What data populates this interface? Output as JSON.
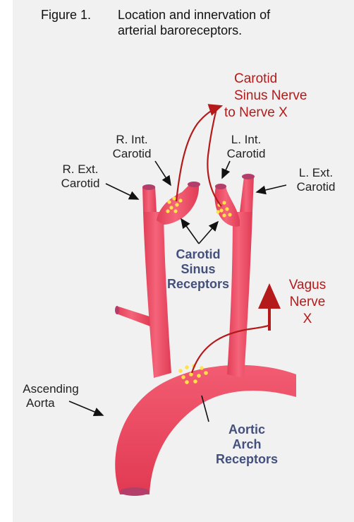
{
  "figure": {
    "number": "Figure 1.",
    "title_line1": "Location and innervation of",
    "title_line2": "arterial baroreceptors."
  },
  "labels": {
    "carotid_sinus_nerve": [
      "Carotid",
      "Sinus Nerve",
      "to Nerve X"
    ],
    "r_int_carotid": [
      "R. Int.",
      "Carotid"
    ],
    "l_int_carotid": [
      "L. Int.",
      "Carotid"
    ],
    "r_ext_carotid": [
      "R. Ext.",
      "Carotid"
    ],
    "l_ext_carotid": [
      "L. Ext.",
      "Carotid"
    ],
    "carotid_sinus_receptors": [
      "Carotid",
      "Sinus",
      "Receptors"
    ],
    "vagus_nerve": [
      "Vagus",
      "Nerve",
      "X"
    ],
    "ascending_aorta": [
      "Ascending",
      "Aorta"
    ],
    "aortic_arch_receptors": [
      "Aortic",
      "Arch",
      "Receptors"
    ]
  },
  "colors": {
    "artery": "#f0566c",
    "artery_dark": "#d8364e",
    "vessel_cap": "#b33e6a",
    "receptor": "#ffe14a",
    "nerve": "#b41a1a",
    "receptor_label": "#44507c"
  }
}
